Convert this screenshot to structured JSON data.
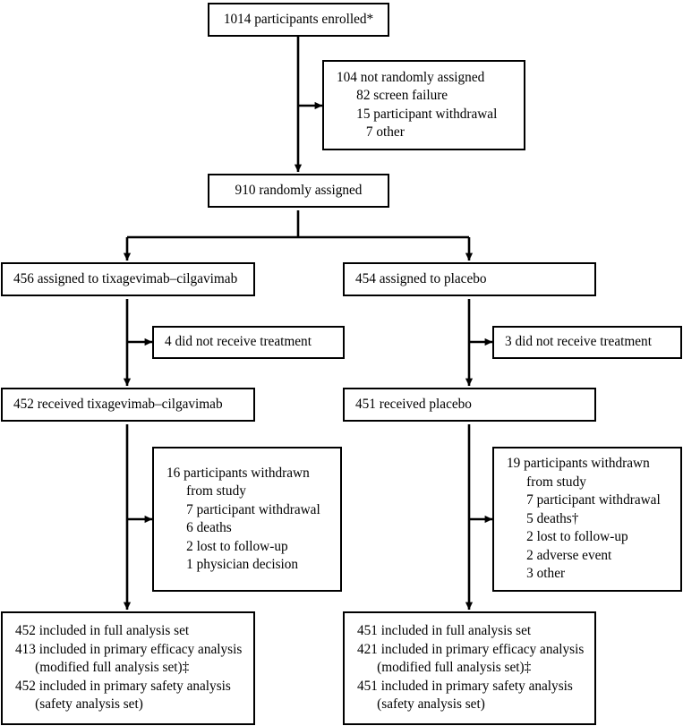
{
  "diagram": {
    "title": "CONSORT participant flow diagram",
    "line_color": "#000000",
    "background_color": "#ffffff",
    "text_color": "#000000"
  },
  "nodes": {
    "enrolled": {
      "lines": [
        "1014 participants enrolled*"
      ]
    },
    "not_randomised": {
      "lines": [
        "104 not randomly assigned",
        "82 screen failure",
        "15 participant withdrawal",
        "7 other"
      ],
      "indent": [
        0,
        1,
        1,
        2
      ]
    },
    "randomised": {
      "lines": [
        "910 randomly assigned"
      ]
    },
    "assigned_treatment": {
      "lines": [
        "456 assigned to tixagevimab–cilgavimab"
      ]
    },
    "assigned_placebo": {
      "lines": [
        "454 assigned to placebo"
      ]
    },
    "no_treatment_left": {
      "lines": [
        "4 did not receive treatment"
      ]
    },
    "no_treatment_right": {
      "lines": [
        "3 did not receive treatment"
      ]
    },
    "received_treatment": {
      "lines": [
        "452 received tixagevimab–cilgavimab"
      ]
    },
    "received_placebo": {
      "lines": [
        "451 received placebo"
      ]
    },
    "withdrawn_left": {
      "lines": [
        "16 participants withdrawn",
        "from study",
        "7 participant withdrawal",
        "6 deaths",
        "2 lost to follow-up",
        "1 physician decision"
      ],
      "indent": [
        0,
        1,
        1,
        1,
        1,
        1
      ]
    },
    "withdrawn_right": {
      "lines": [
        "19 participants withdrawn",
        "from study",
        "7 participant withdrawal",
        "5 deaths†",
        "2 lost to follow-up",
        "2 adverse event",
        "3 other"
      ],
      "indent": [
        0,
        1,
        1,
        1,
        1,
        1,
        1
      ]
    },
    "analysis_left": {
      "lines": [
        "452 included in full analysis set",
        "413 included in primary efficacy analysis",
        "(modified full analysis set)‡",
        "452 included in primary safety analysis",
        "(safety analysis set)"
      ],
      "indent": [
        0,
        0,
        1,
        0,
        1
      ]
    },
    "analysis_right": {
      "lines": [
        "451 included in full analysis set",
        "421 included in primary efficacy analysis",
        "(modified full analysis set)‡",
        "451 included in primary safety analysis",
        "(safety analysis set)"
      ],
      "indent": [
        0,
        0,
        1,
        0,
        1
      ]
    }
  },
  "footnote_marks": {
    "asterisk": "*",
    "dagger": "†",
    "double_dagger": "‡"
  }
}
